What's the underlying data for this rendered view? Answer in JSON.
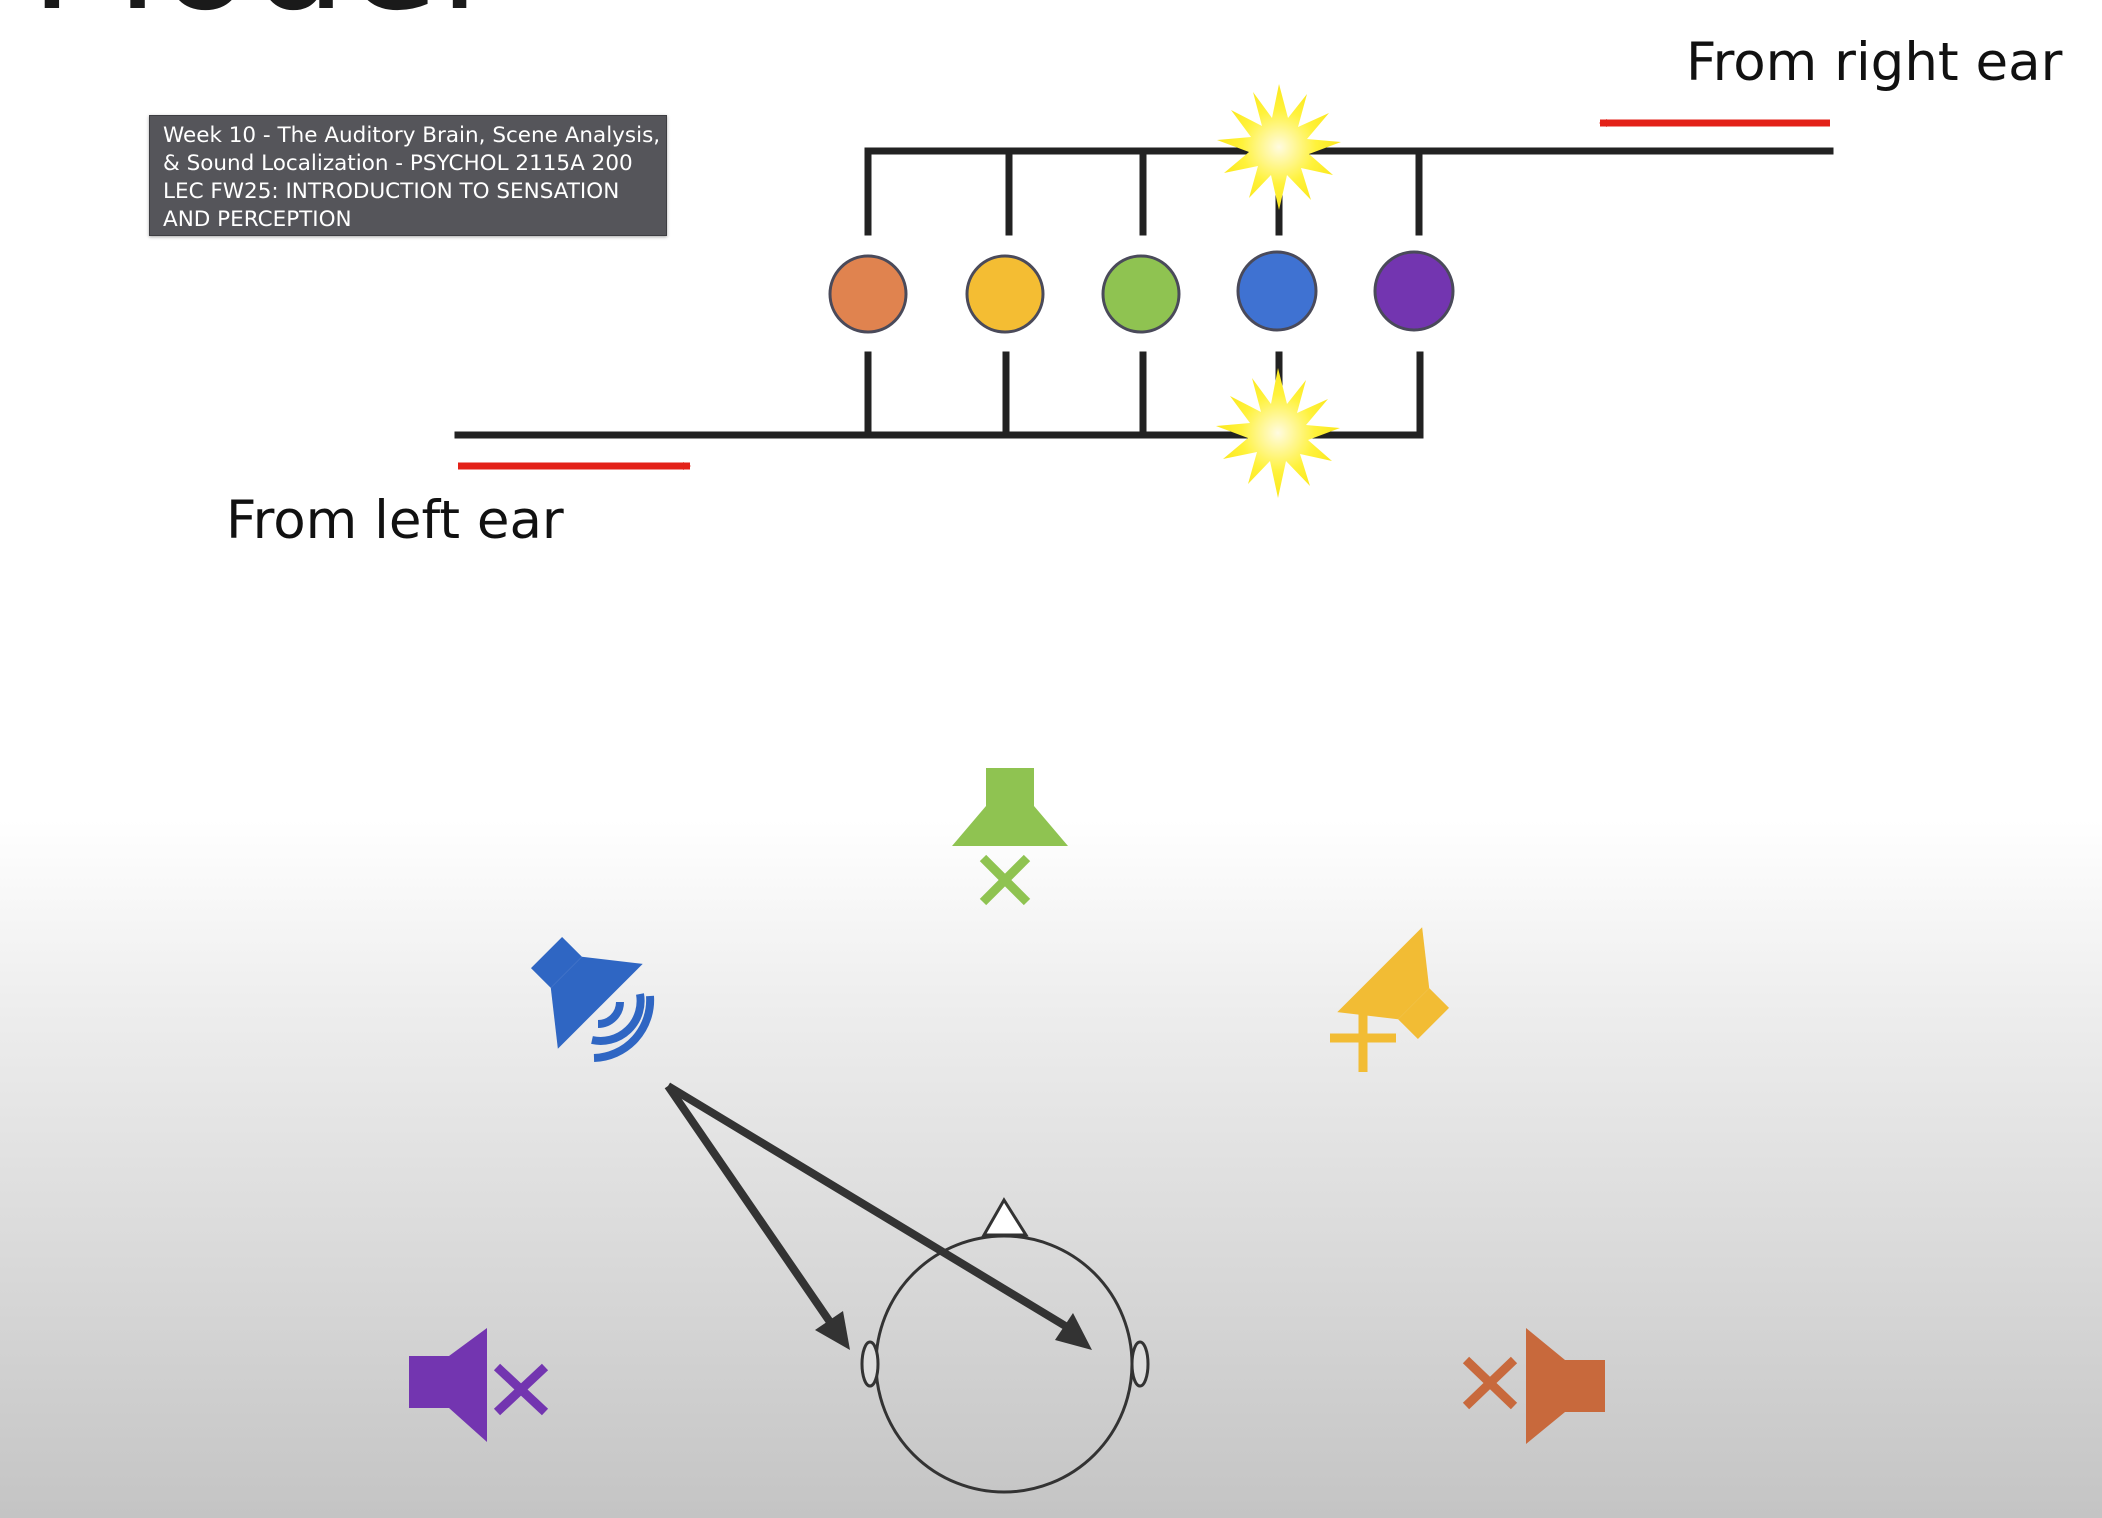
{
  "slide": {
    "heading_fragment": "Model",
    "caption": [
      "Week 10 - The Auditory Brain, Scene Analysis,",
      "& Sound Localization - PSYCHOL 2115A 200",
      "LEC FW25: INTRODUCTION TO  SENSATION",
      "AND PERCEPTION"
    ],
    "label_right_ear": "From right ear",
    "label_left_ear": "From left ear"
  },
  "colors": {
    "orange": "#e0834f",
    "yellow": "#f4bd33",
    "green": "#8fc351",
    "blue": "#3f72d2",
    "purple": "#7335b0",
    "signal_arrow": "#e32118",
    "coincidence_burst": "#fff23a",
    "line": "#222222"
  },
  "detectors": [
    "orange",
    "yellow",
    "green",
    "blue",
    "purple"
  ],
  "speakers": [
    {
      "name": "green-speaker",
      "state": "muted",
      "mark": "x"
    },
    {
      "name": "blue-speaker",
      "state": "sounding",
      "mark": "sound-waves"
    },
    {
      "name": "yellow-speaker",
      "state": "muted",
      "mark": "plus"
    },
    {
      "name": "purple-speaker",
      "state": "muted",
      "mark": "x"
    },
    {
      "name": "orange-speaker",
      "state": "muted",
      "mark": "x"
    }
  ]
}
